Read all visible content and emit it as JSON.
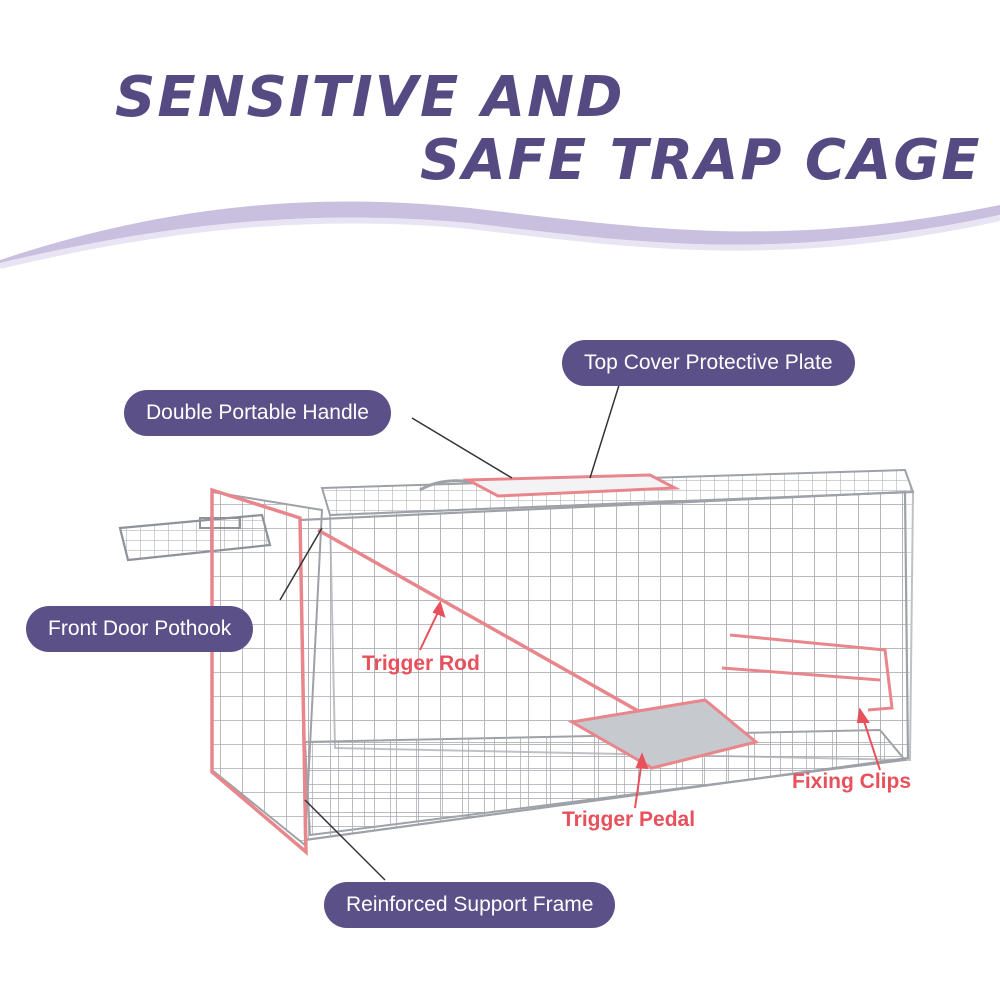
{
  "header": {
    "title_line1": "SENSITIVE AND",
    "title_line2": "SAFE TRAP CAGE"
  },
  "callouts": {
    "top_cover_plate": "Top Cover Protective Plate",
    "double_handle": "Double Portable Handle",
    "front_door_pothook": "Front Door Pothook",
    "reinforced_frame": "Reinforced Support Frame"
  },
  "highlights": {
    "trigger_rod": "Trigger Rod",
    "trigger_pedal": "Trigger Pedal",
    "fixing_clips": "Fixing Clips"
  },
  "colors": {
    "brand_purple": "#564a83",
    "wave_lavender": "#c9bfde",
    "highlight_red": "#e8505b",
    "wire_gray": "#a9acb2"
  }
}
